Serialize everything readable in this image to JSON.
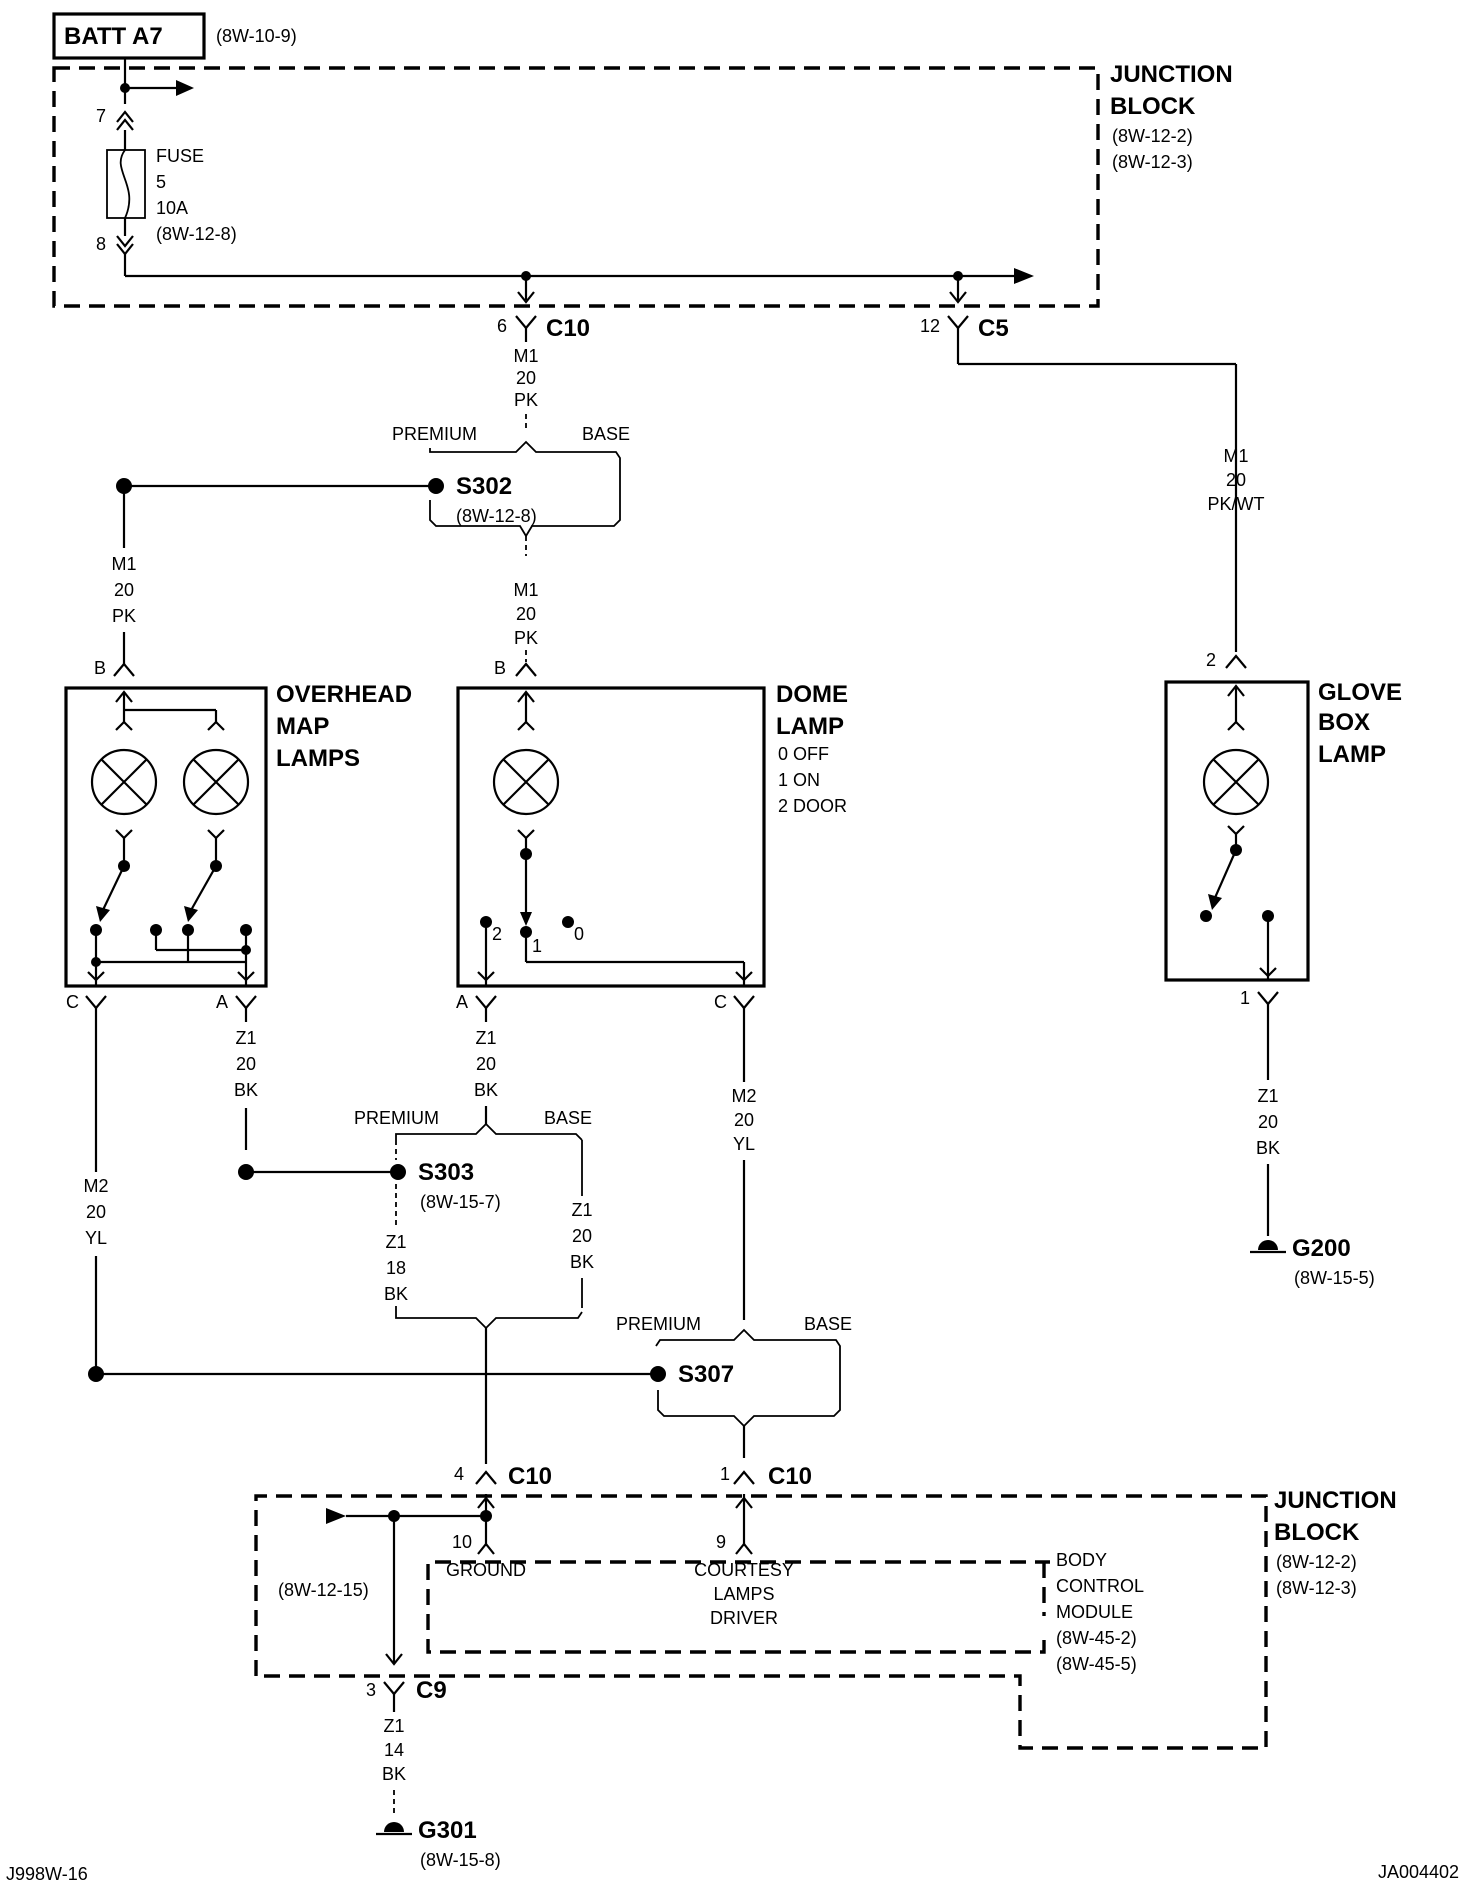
{
  "power": {
    "name": "BATT A7",
    "ref": "(8W-10-9)"
  },
  "junction_top": {
    "title1": "JUNCTION",
    "title2": "BLOCK",
    "ref1": "(8W-12-2)",
    "ref2": "(8W-12-3)"
  },
  "fuse": {
    "label": "FUSE",
    "number": "5",
    "rating": "10A",
    "ref": "(8W-12-8)",
    "pin_in": "7",
    "pin_out": "8"
  },
  "c10_top": {
    "pin": "6",
    "name": "C10"
  },
  "c5": {
    "pin": "12",
    "name": "C5"
  },
  "wires": {
    "m1_20_pk": [
      "M1",
      "20",
      "PK"
    ],
    "m1_20_pkwt": [
      "M1",
      "20",
      "PK/WT"
    ],
    "z1_20_bk": [
      "Z1",
      "20",
      "BK"
    ],
    "z1_18_bk": [
      "Z1",
      "18",
      "BK"
    ],
    "z1_14_bk": [
      "Z1",
      "14",
      "BK"
    ],
    "m2_20_yl": [
      "M2",
      "20",
      "YL"
    ]
  },
  "variants": {
    "premium": "PREMIUM",
    "base": "BASE"
  },
  "s302": {
    "name": "S302",
    "ref": "(8W-12-8)"
  },
  "s303": {
    "name": "S303",
    "ref": "(8W-15-7)"
  },
  "s307": {
    "name": "S307"
  },
  "overhead": {
    "line1": "OVERHEAD",
    "line2": "MAP",
    "line3": "LAMPS",
    "pin_b": "B",
    "pin_c": "C",
    "pin_a": "A"
  },
  "dome": {
    "line1": "DOME",
    "line2": "LAMP",
    "pos0": "0 OFF",
    "pos1": "1 ON",
    "pos2": "2 DOOR",
    "pin_b": "B",
    "pin_a": "A",
    "pin_c": "C",
    "sw0": "0",
    "sw1": "1",
    "sw2": "2"
  },
  "glove": {
    "line1": "GLOVE",
    "line2": "BOX",
    "line3": "LAMP",
    "pin_top": "2",
    "pin_bottom": "1"
  },
  "g200": {
    "name": "G200",
    "ref": "(8W-15-5)"
  },
  "c10_b4": {
    "pin": "4",
    "name": "C10"
  },
  "c10_b1": {
    "pin": "1",
    "name": "C10"
  },
  "junction_bottom": {
    "title1": "JUNCTION",
    "title2": "BLOCK",
    "ref1": "(8W-12-2)",
    "ref2": "(8W-12-3)",
    "ref_left": "(8W-12-15)"
  },
  "bcm": {
    "ground_pin": "10",
    "ground_label": "GROUND",
    "driver_pin": "9",
    "driver1": "COURTESY",
    "driver2": "LAMPS",
    "driver3": "DRIVER",
    "title1": "BODY",
    "title2": "CONTROL",
    "title3": "MODULE",
    "ref1": "(8W-45-2)",
    "ref2": "(8W-45-5)"
  },
  "c9": {
    "pin": "3",
    "name": "C9"
  },
  "g301": {
    "name": "G301",
    "ref": "(8W-15-8)"
  },
  "footer": {
    "left": "J998W-16",
    "right": "JA004402"
  }
}
